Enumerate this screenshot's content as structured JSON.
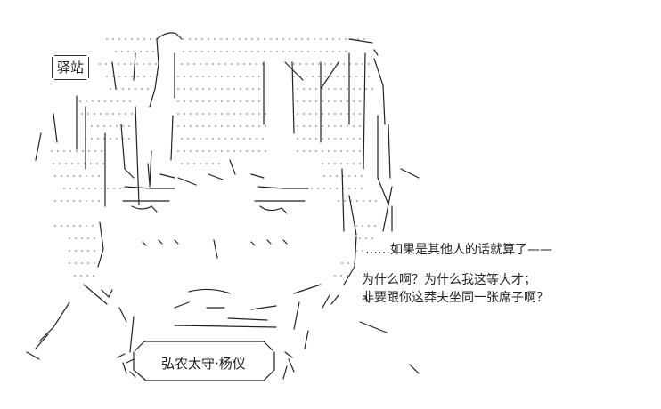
{
  "labels": {
    "station": "驿站",
    "nameplate": "弘农太守·杨仪"
  },
  "dialogue": {
    "line1": "……如果是其他人的话就算了——",
    "line2": "为什么啊？为什么我这等大才；",
    "line3": "非要跟你这莽夫坐同一张席子啊？"
  },
  "colors": {
    "ink": "#222222",
    "background": "#ffffff",
    "dots": "#8a8a8a"
  }
}
